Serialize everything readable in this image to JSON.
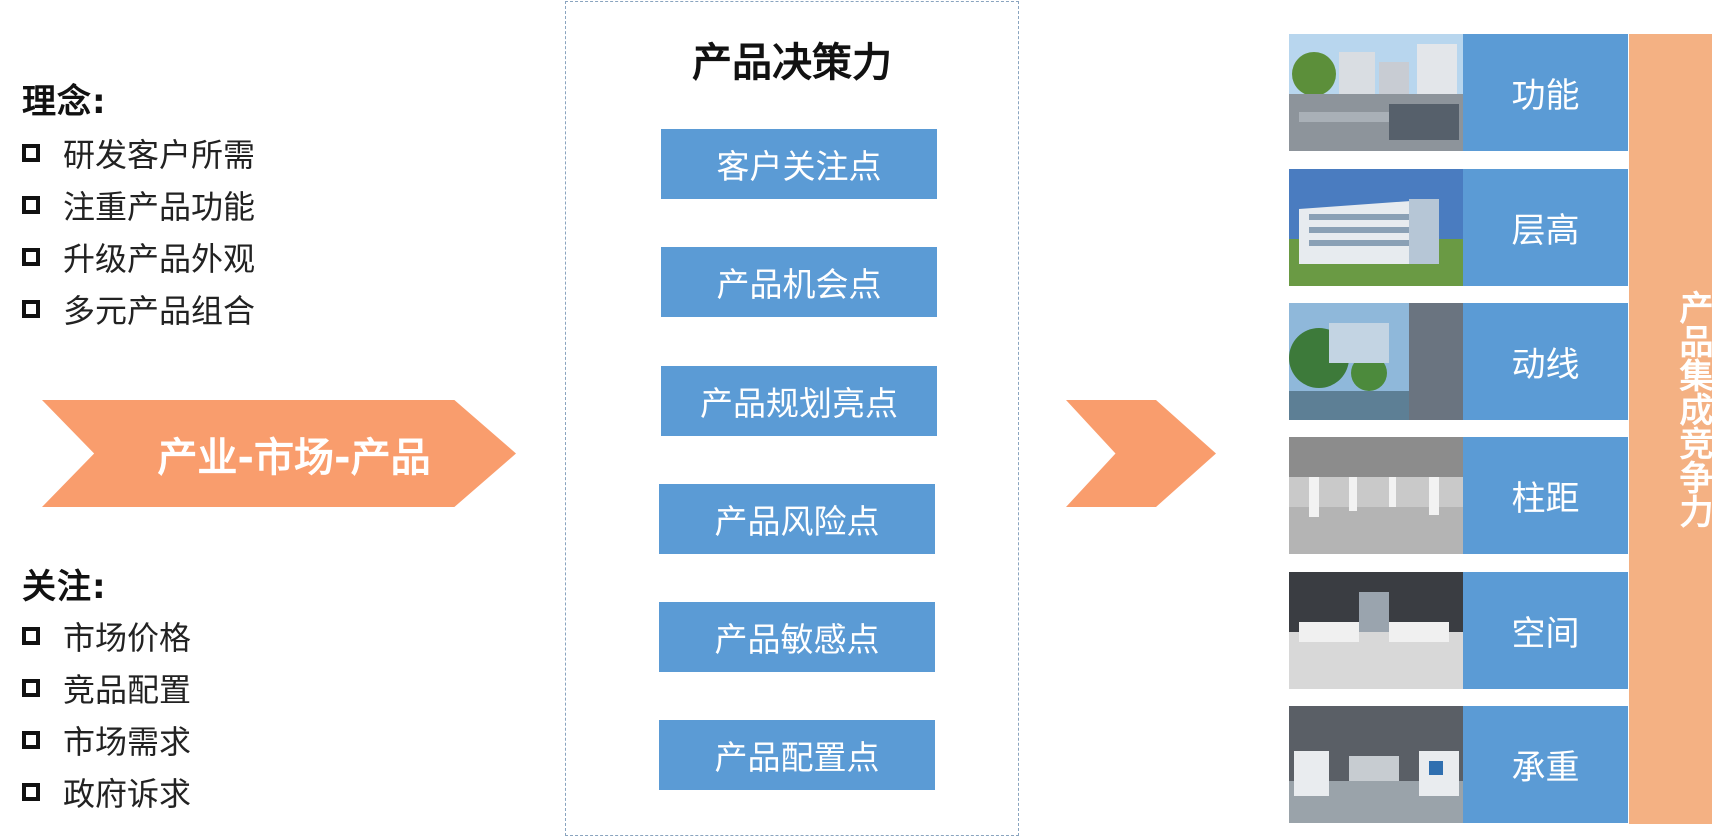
{
  "concept": {
    "title": "理念:",
    "items": [
      "研发客户所需",
      "注重产品功能",
      "升级产品外观",
      "多元产品组合"
    ]
  },
  "focus": {
    "title": "关注:",
    "items": [
      "市场价格",
      "竞品配置",
      "市场需求",
      "政府诉求"
    ]
  },
  "banner": "产业-市场-产品",
  "decision": {
    "title": "产品决策力",
    "items": [
      "客户关注点",
      "产品机会点",
      "产品规划亮点",
      "产品风险点",
      "产品敏感点",
      "产品配置点"
    ]
  },
  "features": [
    "功能",
    "层高",
    "动线",
    "柱距",
    "空间",
    "承重"
  ],
  "result": "产品集成竞争力",
  "colors": {
    "accent_blue": "#5b9bd5",
    "arrow_orange": "#f99d6d",
    "side_orange": "#f4b183"
  }
}
